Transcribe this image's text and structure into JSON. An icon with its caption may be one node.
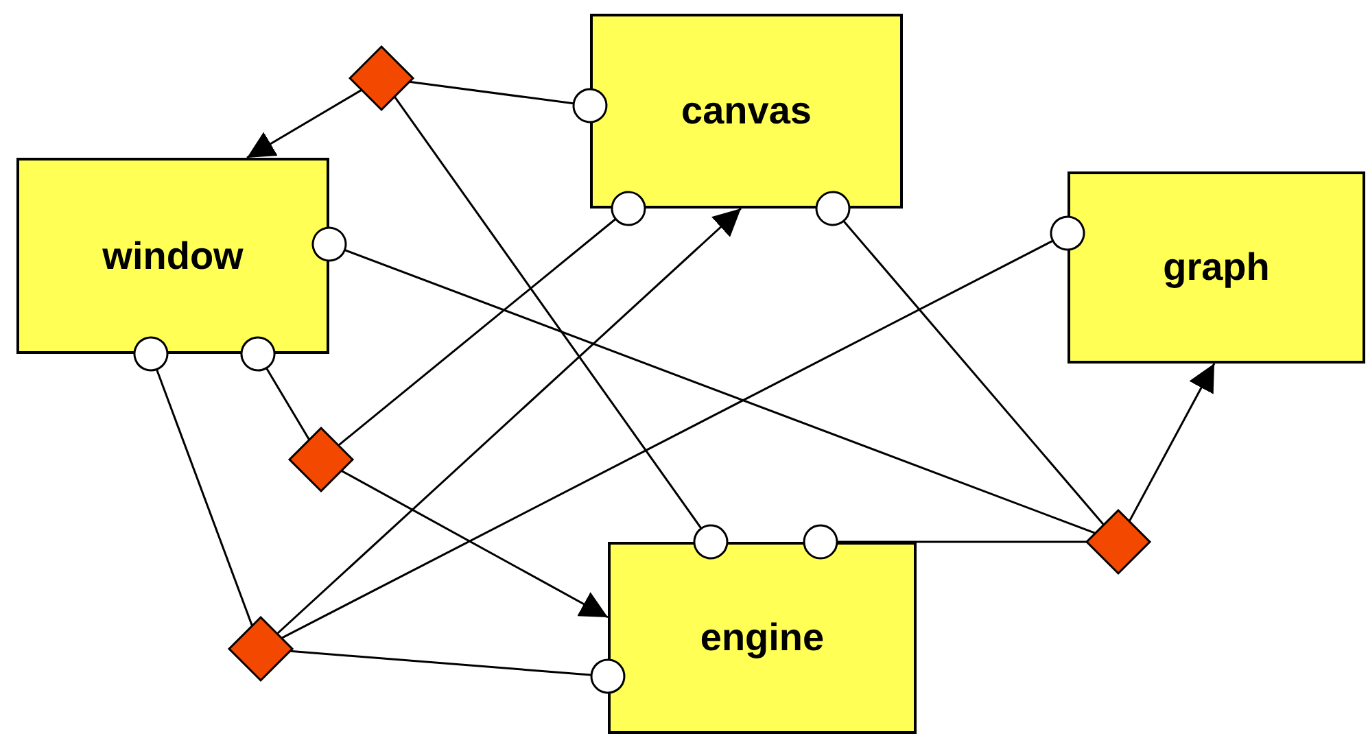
{
  "diagram": {
    "nodes": [
      {
        "text": [
          "window"
        ]
      },
      {
        "text": [
          "canvas"
        ]
      },
      {
        "text": [
          "graph"
        ]
      },
      {
        "text": [
          "engine"
        ]
      },
      {
        "text": [],
        "shape": "diamond"
      },
      {
        "text": [],
        "shape": "diamond"
      },
      {
        "text": [],
        "shape": "diamond"
      },
      {
        "text": [],
        "shape": "diamond"
      }
    ],
    "edges": [
      {
        "from": 4,
        "to": 0,
        "arrow": "to"
      },
      {
        "from": 1,
        "to": 4,
        "arrow": "other"
      },
      {
        "from": 3,
        "to": 4,
        "arrow": "other"
      },
      {
        "from": 0,
        "to": 6,
        "arrow": "other"
      },
      {
        "from": 1,
        "to": 6,
        "arrow": "other"
      },
      {
        "from": 6,
        "to": 2,
        "arrow": "to"
      },
      {
        "from": 3,
        "to": 6,
        "arrow": "other"
      },
      {
        "from": 0,
        "to": 5,
        "arrow": "other"
      },
      {
        "from": 1,
        "to": 5,
        "arrow": "other"
      },
      {
        "from": 5,
        "to": 3,
        "arrow": "to"
      },
      {
        "from": 0,
        "to": 7,
        "arrow": "other"
      },
      {
        "from": 7,
        "to": 1,
        "arrow": "to"
      },
      {
        "from": 2,
        "to": 7,
        "arrow": "other"
      },
      {
        "from": 3,
        "to": 7,
        "arrow": "other"
      }
    ]
  }
}
